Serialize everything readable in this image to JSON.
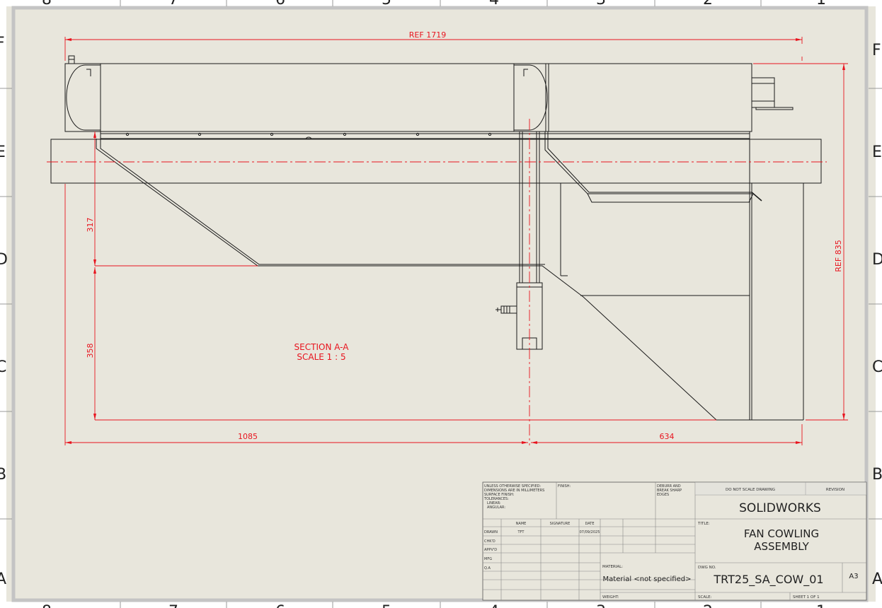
{
  "zones": {
    "columns": [
      "8",
      "7",
      "6",
      "5",
      "4",
      "3",
      "2",
      "1"
    ],
    "rows_left": [
      "F",
      "E",
      "D",
      "C",
      "B",
      "A"
    ],
    "rows_right": [
      "F",
      "E",
      "D",
      "C",
      "B",
      "A"
    ]
  },
  "dimensions": {
    "overall_width": "REF 1719",
    "overall_height": "REF 835",
    "upper_height": "317",
    "lower_height": "358",
    "left_length": "1085",
    "right_length": "634"
  },
  "section_label": {
    "line1": "SECTION A-A",
    "line2": "SCALE 1 : 5"
  },
  "title_block": {
    "tolerance_note": [
      "UNLESS OTHERWISE SPECIFIED:",
      "DIMENSIONS ARE IN MILLIMETERS",
      "SURFACE FINISH:",
      "TOLERANCES:",
      "  LINEAR:",
      "  ANGULAR:"
    ],
    "finish_label": "FINISH:",
    "deburr_note": [
      "DEBURR AND",
      "BREAK SHARP",
      "EDGES"
    ],
    "do_not_scale": "DO NOT SCALE DRAWING",
    "revision_label": "REVISION",
    "company": "SOLIDWORKS",
    "col_headers": {
      "name": "NAME",
      "signature": "SIGNATURE",
      "date": "DATE"
    },
    "rows": [
      {
        "label": "DRAWN",
        "name": "TFT",
        "date": "07/09/2025"
      },
      {
        "label": "CHK'D",
        "name": "",
        "date": ""
      },
      {
        "label": "APPV'D",
        "name": "",
        "date": ""
      },
      {
        "label": "MFG",
        "name": "",
        "date": ""
      },
      {
        "label": "Q.A",
        "name": "",
        "date": ""
      }
    ],
    "title_label": "TITLE:",
    "title_line1": "FAN COWLING",
    "title_line2": "ASSEMBLY",
    "material_label": "MATERIAL:",
    "material_value": "Material <not specified>",
    "dwg_label": "DWG NO.",
    "dwg_no": "TRT25_SA_COW_01",
    "size": "A3",
    "weight_label": "WEIGHT:",
    "scale_label": "SCALE:",
    "sheet": "SHEET 1 OF 1"
  },
  "colors": {
    "paper": "#e8e6dc",
    "frame": "#c4c4c4",
    "line": "#1a1a1a",
    "dimension": "#e8141e"
  }
}
